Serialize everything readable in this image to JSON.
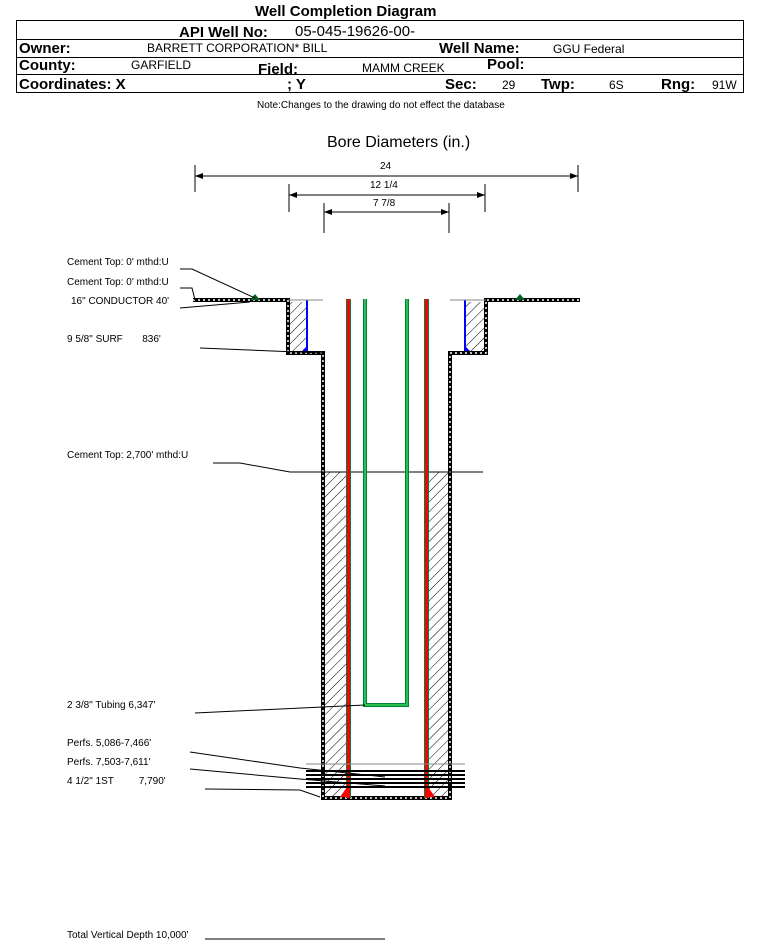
{
  "title": "Well Completion Diagram",
  "header": {
    "api_label": "API Well No:",
    "api_value": "05-045-19626-00-",
    "owner_label": "Owner:",
    "owner_value": "BARRETT CORPORATION* BILL",
    "well_name_label": "Well Name:",
    "well_name_value": "GGU Federal",
    "county_label": "County:",
    "county_value": "GARFIELD",
    "field_label": "Field:",
    "field_value": "MAMM CREEK",
    "pool_label": "Pool:",
    "coords_label": "Coordinates: X",
    "y_label": "; Y",
    "sec_label": "Sec:",
    "sec_value": "29",
    "twp_label": "Twp:",
    "twp_value": "6S",
    "rng_label": "Rng:",
    "rng_value": "91W"
  },
  "note": "Note:Changes to the drawing do not effect the database",
  "bore": {
    "title": "Bore Diameters (in.)",
    "d1": "24",
    "d2": "12 1/4",
    "d3": "7 7/8"
  },
  "labels": {
    "cement_top_1": "Cement Top: 0' mthd:U",
    "cement_top_2": "Cement Top: 0' mthd:U",
    "conductor": "16\" CONDUCTOR  40'",
    "surf": "9 5/8\" SURF       836'",
    "cement_top_3": "Cement Top: 2,700' mthd:U",
    "tubing": "2 3/8\" Tubing 6,347'",
    "perfs_1": "Perfs. 5,086-7,466'",
    "perfs_2": "Perfs. 7,503-7,611'",
    "prod": "4 1/2\" 1ST         7,790'",
    "tvd": "Total Vertical Depth 10,000'"
  },
  "colors": {
    "cement": "#0000ff",
    "casing_red": "#ff0000",
    "casing_green": "#008040"
  }
}
